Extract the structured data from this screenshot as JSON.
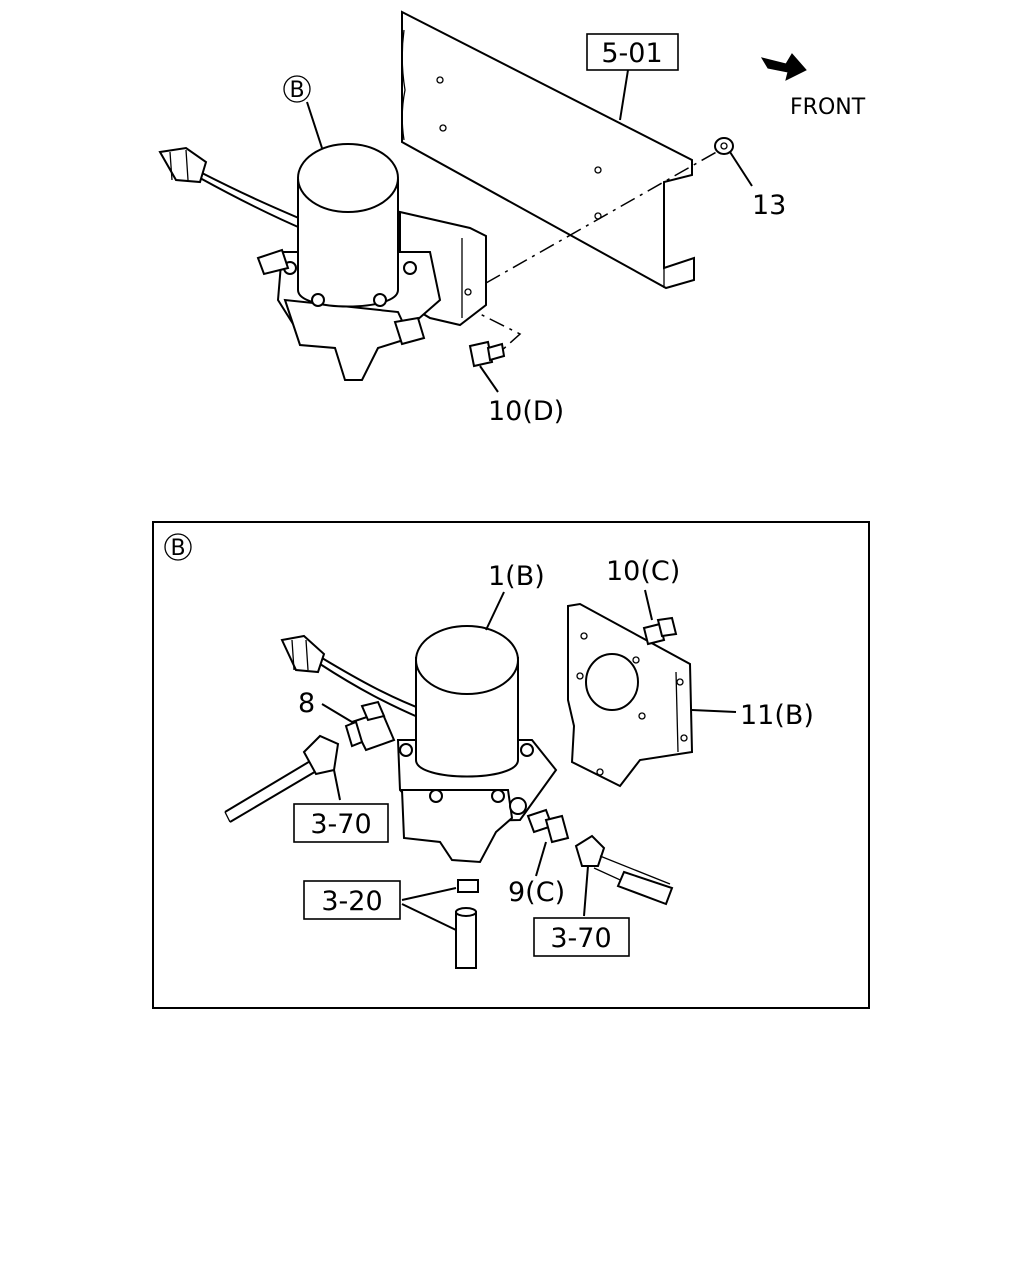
{
  "direction": {
    "label": "FRONT",
    "icon": "front-arrow-icon"
  },
  "overview": {
    "callout_b": "B",
    "ref_frame": "5-01",
    "part_nut": "13",
    "part_bolt": "10(D)"
  },
  "detail": {
    "view_label": "B",
    "part_dryer": "1(B)",
    "part_bolt": "10(C)",
    "part_bracket": "11(B)",
    "part_elbow": "8",
    "part_connector": "9(C)",
    "ref_hose_left": "3-70",
    "ref_hose_right": "3-70",
    "ref_pipe": "3-20"
  }
}
